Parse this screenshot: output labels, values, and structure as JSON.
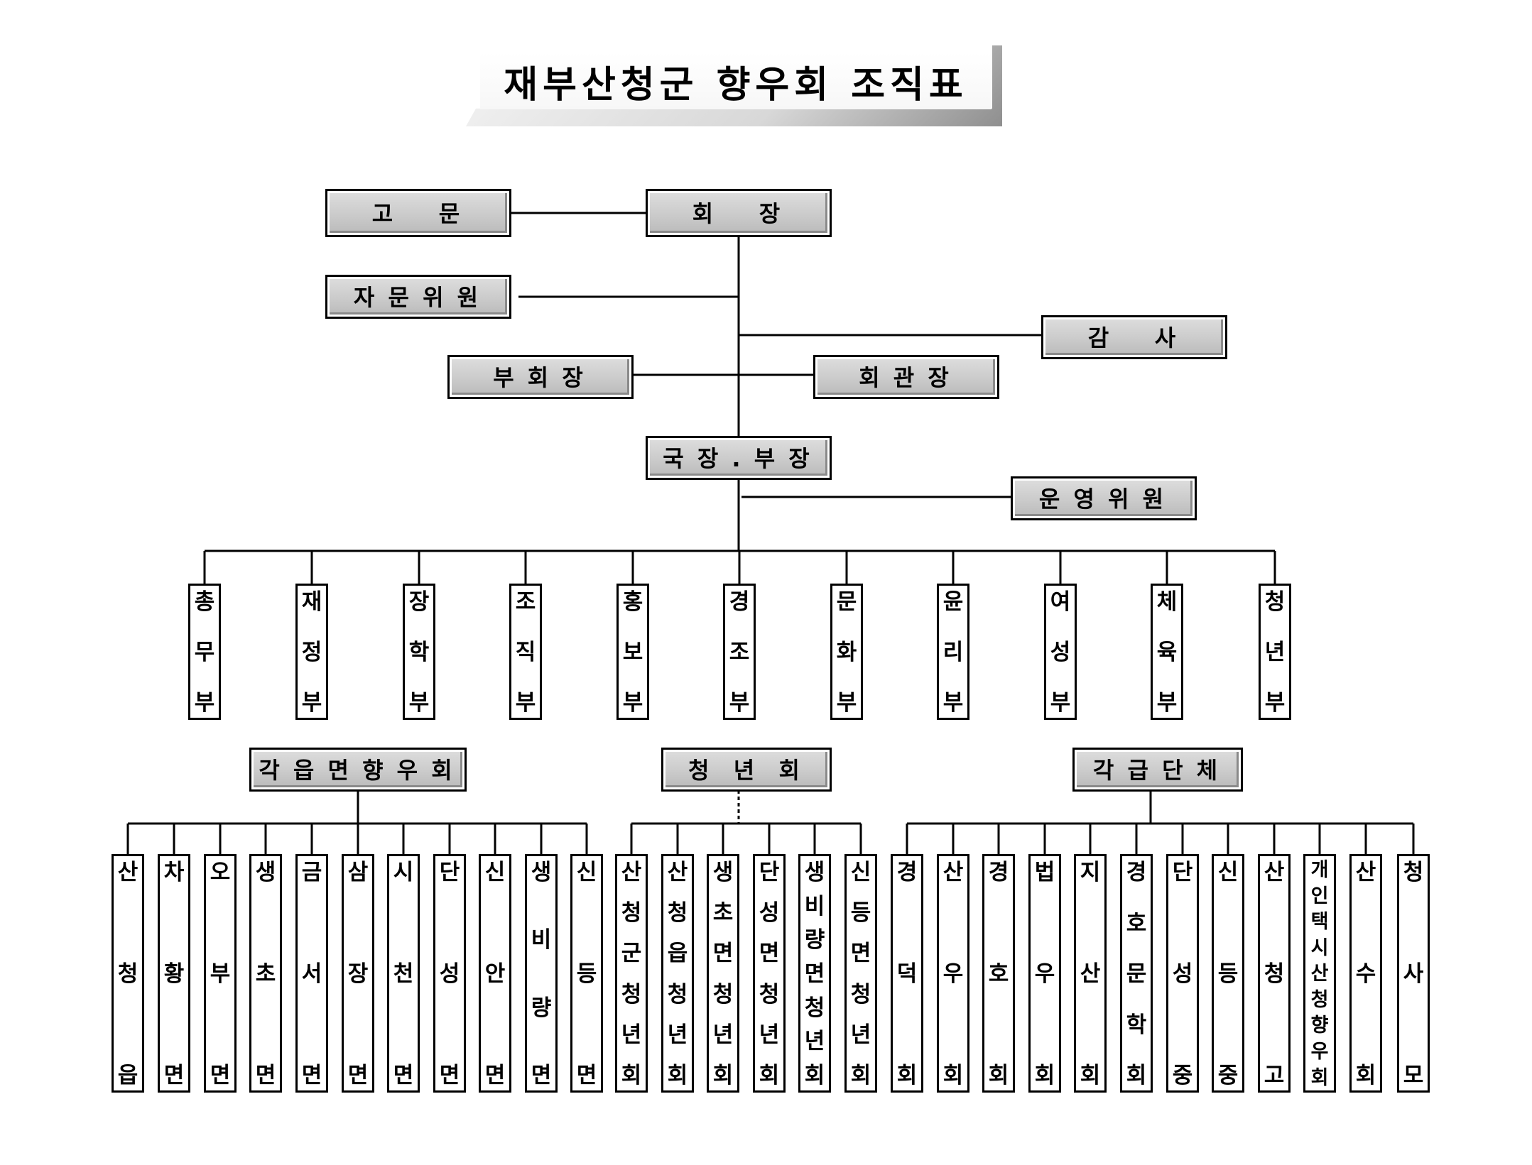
{
  "title": "재부산청군 향우회 조직표",
  "top": {
    "advisor": "고    문",
    "president": "회    장",
    "advisory_committee": "자 문 위 원",
    "auditor": "감    사",
    "vice_president": "부 회 장",
    "hall_director": "회 관 장",
    "directors": "국 장 . 부 장",
    "steering_committee": "운 영 위 원"
  },
  "departments": [
    "총무부",
    "재정부",
    "장학부",
    "조직부",
    "홍보부",
    "경조부",
    "문화부",
    "윤리부",
    "여성부",
    "체육부",
    "청년부"
  ],
  "groups": {
    "township": {
      "label": "각 읍 면 향 우 회",
      "items": [
        "산청읍",
        "차황면",
        "오부면",
        "생초면",
        "금서면",
        "삼장면",
        "시천면",
        "단성면",
        "신안면",
        "생비량면",
        "신등면"
      ]
    },
    "youth": {
      "label": "청  년  회",
      "items": [
        "산청군청년회",
        "산청읍청년회",
        "생초면청년회",
        "단성면청년회",
        "생비량면청년회",
        "신등면청년회"
      ]
    },
    "orgs": {
      "label": "각 급 단 체",
      "items": [
        "경덕회",
        "산우회",
        "경호회",
        "법우회",
        "지산회",
        "경호문학회",
        "단성중",
        "신등중",
        "산청고",
        "개인택시산청향우회",
        "산수회",
        "청사모"
      ]
    }
  }
}
